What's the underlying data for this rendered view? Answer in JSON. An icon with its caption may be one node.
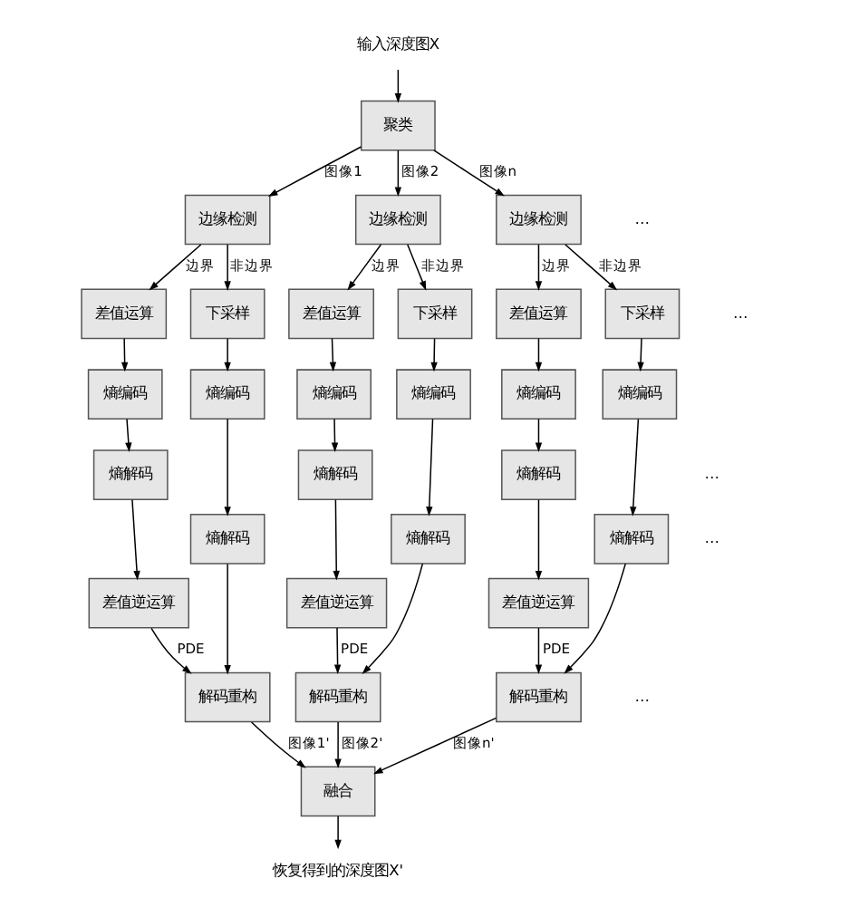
{
  "diagram": {
    "nodes": [
      {
        "text": [
          "输入深度图X"
        ]
      },
      {
        "text": [
          "聚类"
        ]
      },
      {
        "text": [
          "边缘检测"
        ]
      },
      {
        "text": [
          "差值运算"
        ]
      },
      {
        "text": [
          "熵编码"
        ]
      },
      {
        "text": [
          "熵解码"
        ]
      },
      {
        "text": [
          "差值逆运算"
        ]
      },
      {
        "text": [
          "下采样"
        ]
      },
      {
        "text": [
          "熵编码"
        ]
      },
      {
        "text": [
          "熵解码"
        ]
      },
      {
        "text": [
          "解码重构"
        ]
      },
      {
        "text": [
          "边缘检测"
        ]
      },
      {
        "text": [
          "差值运算"
        ]
      },
      {
        "text": [
          "熵编码"
        ]
      },
      {
        "text": [
          "熵解码"
        ]
      },
      {
        "text": [
          "差值逆运算"
        ]
      },
      {
        "text": [
          "下采样"
        ]
      },
      {
        "text": [
          "熵编码"
        ]
      },
      {
        "text": [
          "熵解码"
        ]
      },
      {
        "text": [
          "解码重构"
        ]
      },
      {
        "text": [
          "边缘检测"
        ]
      },
      {
        "text": [
          "差值运算"
        ]
      },
      {
        "text": [
          "熵编码"
        ]
      },
      {
        "text": [
          "熵解码"
        ]
      },
      {
        "text": [
          "差值逆运算"
        ]
      },
      {
        "text": [
          "下采样"
        ]
      },
      {
        "text": [
          "熵编码"
        ]
      },
      {
        "text": [
          "熵解码"
        ]
      },
      {
        "text": [
          "解码重构"
        ]
      },
      {
        "text": [
          "融合"
        ]
      },
      {
        "text": [
          "恢复得到的深度图X'"
        ]
      }
    ],
    "edges": [
      {
        "from": 0,
        "to": 1,
        "arrow": "to"
      },
      {
        "from": 1,
        "to": 2,
        "arrow": "to",
        "label": "图像1"
      },
      {
        "from": 2,
        "to": 3,
        "arrow": "to",
        "label": "边界"
      },
      {
        "from": 2,
        "to": 7,
        "arrow": "to",
        "label": "非边界"
      },
      {
        "from": 3,
        "to": 4,
        "arrow": "to"
      },
      {
        "from": 4,
        "to": 5,
        "arrow": "to"
      },
      {
        "from": 5,
        "to": 6,
        "arrow": "to"
      },
      {
        "from": 7,
        "to": 8,
        "arrow": "to"
      },
      {
        "from": 8,
        "to": 9,
        "arrow": "to"
      },
      {
        "from": 6,
        "to": 10,
        "arrow": "to",
        "label": "PDE"
      },
      {
        "from": 9,
        "to": 10,
        "arrow": "to"
      },
      {
        "from": 10,
        "to": 29,
        "arrow": "to",
        "label": "图像1'"
      },
      {
        "from": 1,
        "to": 11,
        "arrow": "to",
        "label": "图像2"
      },
      {
        "from": 11,
        "to": 12,
        "arrow": "to",
        "label": "边界"
      },
      {
        "from": 11,
        "to": 16,
        "arrow": "to",
        "label": "非边界"
      },
      {
        "from": 12,
        "to": 13,
        "arrow": "to"
      },
      {
        "from": 13,
        "to": 14,
        "arrow": "to"
      },
      {
        "from": 14,
        "to": 15,
        "arrow": "to"
      },
      {
        "from": 16,
        "to": 17,
        "arrow": "to"
      },
      {
        "from": 17,
        "to": 18,
        "arrow": "to"
      },
      {
        "from": 15,
        "to": 19,
        "arrow": "to",
        "label": "PDE"
      },
      {
        "from": 18,
        "to": 19,
        "arrow": "to"
      },
      {
        "from": 19,
        "to": 29,
        "arrow": "to",
        "label": "图像2'"
      },
      {
        "from": 1,
        "to": 20,
        "arrow": "to",
        "label": "图像n"
      },
      {
        "from": 20,
        "to": 21,
        "arrow": "to",
        "label": "边界"
      },
      {
        "from": 20,
        "to": 25,
        "arrow": "to",
        "label": "非边界"
      },
      {
        "from": 21,
        "to": 22,
        "arrow": "to"
      },
      {
        "from": 22,
        "to": 23,
        "arrow": "to"
      },
      {
        "from": 23,
        "to": 24,
        "arrow": "to"
      },
      {
        "from": 25,
        "to": 26,
        "arrow": "to"
      },
      {
        "from": 26,
        "to": 27,
        "arrow": "to"
      },
      {
        "from": 24,
        "to": 28,
        "arrow": "to",
        "label": "PDE"
      },
      {
        "from": 27,
        "to": 28,
        "arrow": "to"
      },
      {
        "from": 28,
        "to": 29,
        "arrow": "to",
        "label": "图像n'"
      },
      {
        "from": 29,
        "to": 30,
        "arrow": "to"
      }
    ],
    "labels": [
      "…",
      "…",
      "…",
      "…",
      "…"
    ]
  }
}
